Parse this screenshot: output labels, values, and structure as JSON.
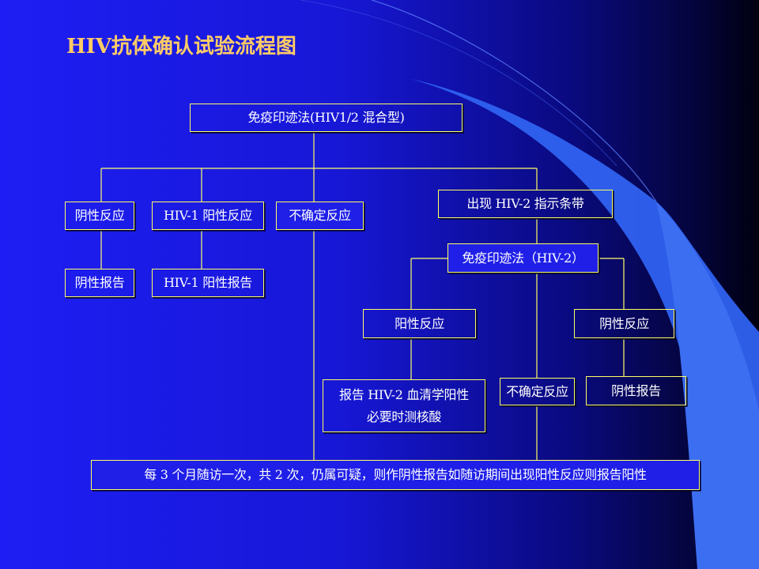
{
  "title": "HIV抗体确认试验流程图",
  "nodes": {
    "wb_mixed": "免疫印迹法(HIV1/2 混合型)",
    "negative_reaction": "阴性反应",
    "hiv1_positive_reaction": "HIV-1 阳性反应",
    "indeterminate": "不确定反应",
    "hiv2_band": "出现 HIV-2 指示条带",
    "negative_report": "阴性报告",
    "hiv1_positive_report": "HIV-1 阳性报告",
    "wb_hiv2": "免疫印迹法（HIV-2）",
    "hiv2_positive_reaction": "阳性反应",
    "hiv2_negative_reaction": "阴性反应",
    "hiv2_report_line1": "报告 HIV-2 血清学阳性",
    "hiv2_report_line2": "必要时测核酸",
    "hiv2_indeterminate": "不确定反应",
    "hiv2_negative_report": "阴性报告",
    "followup": "每 3 个月随访一次，共 2 次，仍属可疑，则作阴性报告如随访期间出现阳性反应则报告阳性"
  },
  "colors": {
    "title": "#ffcc66",
    "box_border": "#ffff66",
    "connector": "#ffff66",
    "text": "#ffffff",
    "background_left": "#1e1ef4",
    "background_right": "#000010",
    "swoosh": "#2f62f0"
  }
}
